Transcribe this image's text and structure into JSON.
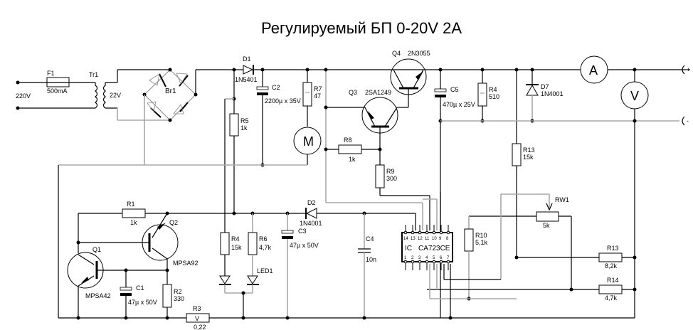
{
  "title": "Регулируемый БП  0-20V  2A",
  "input": {
    "voltage": "220V"
  },
  "components": {
    "F1": {
      "ref": "F1",
      "value": "500mA"
    },
    "Tr1": {
      "ref": "Tr1",
      "secondary": "22V"
    },
    "Br1": {
      "ref": "Br1"
    },
    "D1": {
      "ref": "D1",
      "value": "1N5401"
    },
    "C2": {
      "ref": "C2",
      "value": "2200µ x 35V"
    },
    "R7": {
      "ref": "R7",
      "value": "47"
    },
    "M": {
      "symbol": "M"
    },
    "R5": {
      "ref": "R5",
      "value": "1k"
    },
    "Q4": {
      "ref": "Q4",
      "value": "2N3055"
    },
    "Q3": {
      "ref": "Q3",
      "value": "2SA1249"
    },
    "R8": {
      "ref": "R8",
      "value": "1k"
    },
    "R9": {
      "ref": "R9",
      "value": "300"
    },
    "C5": {
      "ref": "C5",
      "value": "470µ x 25V"
    },
    "R4a": {
      "ref": "R4",
      "value": "510"
    },
    "D7": {
      "ref": "D7",
      "value": "1N4001"
    },
    "R13a": {
      "ref": "R13",
      "value": "15k"
    },
    "A": {
      "symbol": "A"
    },
    "V": {
      "symbol": "V"
    },
    "out_plus": "+",
    "out_minus": "-",
    "R1": {
      "ref": "R1",
      "value": "1k"
    },
    "Q1": {
      "ref": "Q1",
      "value": "MPSA42"
    },
    "Q2": {
      "ref": "Q2",
      "value": "MPSA92"
    },
    "C1": {
      "ref": "C1",
      "value": "47µ x 50V"
    },
    "R2": {
      "ref": "R2",
      "value": "330"
    },
    "R3": {
      "ref": "R3",
      "value": "0,22",
      "symbol": "V"
    },
    "R4b": {
      "ref": "R4",
      "value": "15k"
    },
    "R6": {
      "ref": "R6",
      "value": "4,7k"
    },
    "LED1": {
      "ref": "LED1"
    },
    "C3": {
      "ref": "C3",
      "value": "47µ x 50V"
    },
    "D2": {
      "ref": "D2",
      "value": "1N4001"
    },
    "C4": {
      "ref": "C4",
      "value": "10n"
    },
    "IC": {
      "ref": "IC",
      "value": "CA723CE",
      "pins_top": [
        "14",
        "13",
        "12",
        "11",
        "10",
        "9",
        "8"
      ],
      "pins_bottom": [
        "1",
        "2",
        "3",
        "4",
        "5",
        "6",
        "7"
      ]
    },
    "R10": {
      "ref": "R10",
      "value": "5,1k"
    },
    "RW1": {
      "ref": "RW1",
      "value": "5k"
    },
    "R13b": {
      "ref": "R13",
      "value": "8,2k"
    },
    "R14": {
      "ref": "R14",
      "value": "4,7k"
    }
  }
}
